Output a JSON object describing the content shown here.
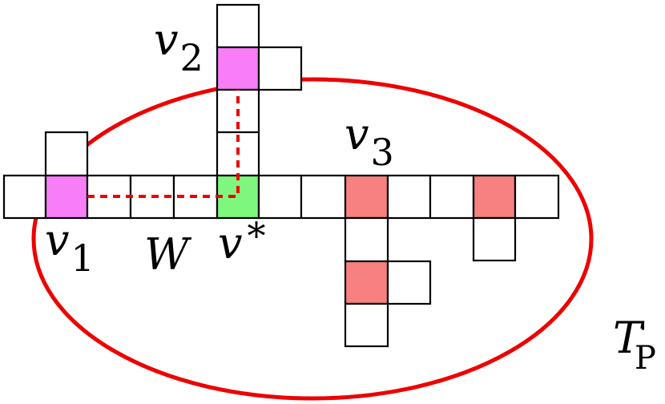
{
  "colors": {
    "vertex_magenta": "#f77ef7",
    "vertex_green": "#7ef77e",
    "vertex_red": "#f78080",
    "cell_empty": "#ffffff",
    "region_outline": "#ee0000",
    "path_dash": "#ee0000"
  },
  "labels": {
    "v1": {
      "base": "v",
      "sub": "1"
    },
    "v2": {
      "base": "v",
      "sub": "2"
    },
    "v3": {
      "base": "v",
      "sub": "3"
    },
    "vstar": {
      "base": "v",
      "sup": "*"
    },
    "walk": "W",
    "tree": {
      "base": "T",
      "sup": "'",
      "sub": "P"
    }
  }
}
